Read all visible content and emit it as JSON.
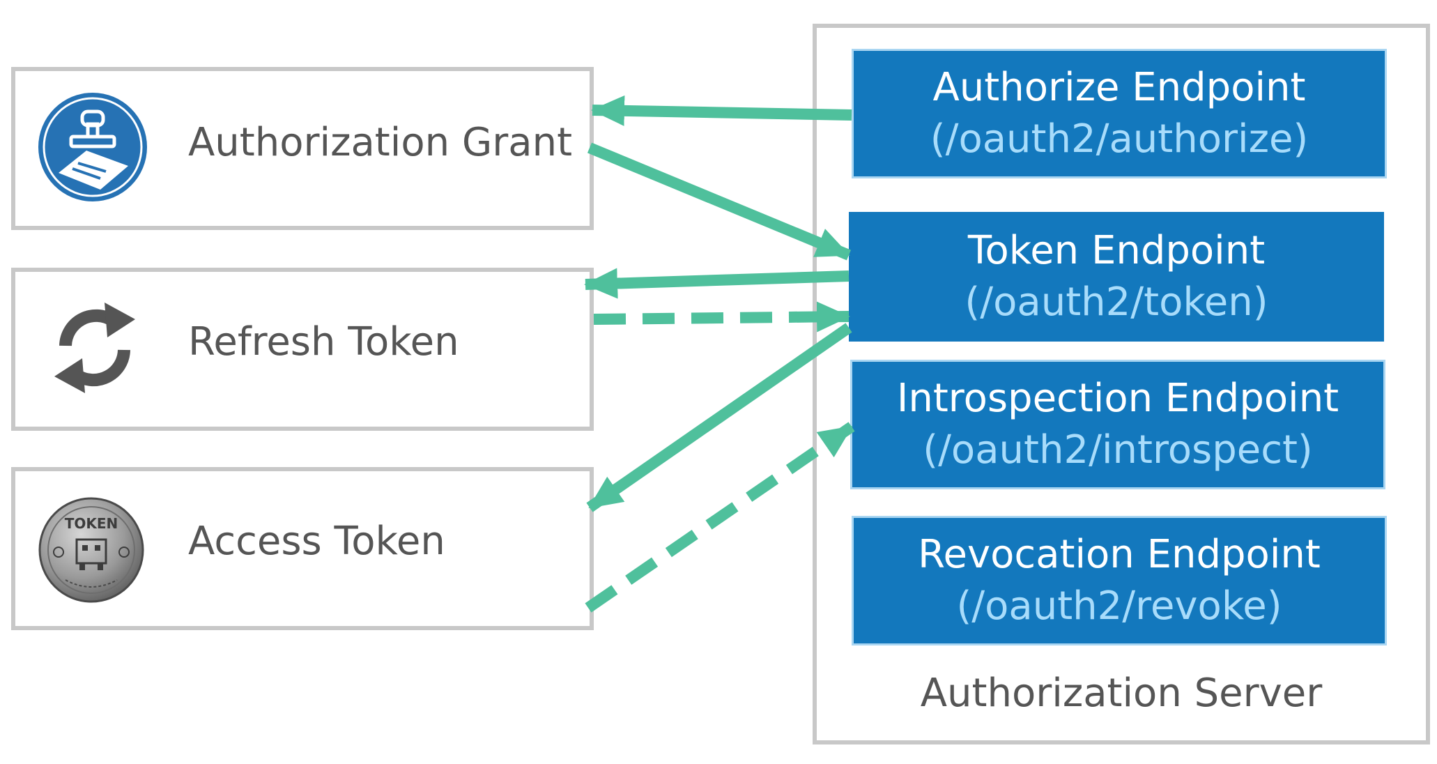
{
  "items": [
    {
      "label": "Authorization Grant",
      "icon": "stamp-icon"
    },
    {
      "label": "Refresh Token",
      "icon": "refresh-icon"
    },
    {
      "label": "Access Token",
      "icon": "token-coin-icon",
      "coin_text": "TOKEN"
    }
  ],
  "server": {
    "label": "Authorization Server",
    "endpoints": [
      {
        "name": "Authorize Endpoint",
        "path": "(/oauth2/authorize)"
      },
      {
        "name": "Token Endpoint",
        "path": "(/oauth2/token)"
      },
      {
        "name": "Introspection Endpoint",
        "path": "(/oauth2/introspect)"
      },
      {
        "name": "Revocation Endpoint",
        "path": "(/oauth2/revoke)"
      }
    ]
  },
  "colors": {
    "arrow": "#4fc09c",
    "endpoint_fill": "#1378bd",
    "endpoint_path_text": "#a8dcfb",
    "box_border": "#c8c8c8",
    "label_text": "#555555",
    "icon_blue": "#2672b4",
    "icon_gray": "#555555"
  }
}
